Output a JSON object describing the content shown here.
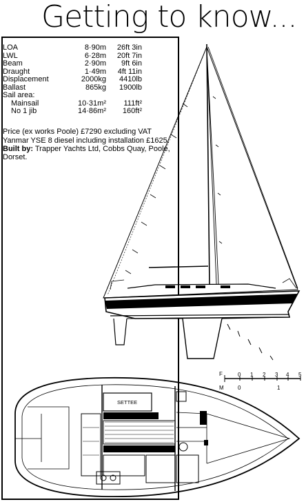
{
  "title": "Getting to know...",
  "specs": [
    {
      "label": "LOA",
      "metric": "8·90m",
      "imperial": "26ft 3in"
    },
    {
      "label": "LWL",
      "metric": "6·28m",
      "imperial": "20ft 7in"
    },
    {
      "label": "Beam",
      "metric": "2·90m",
      "imperial": "9ft 6in"
    },
    {
      "label": "Draught",
      "metric": "1·49m",
      "imperial": "4ft 11in"
    },
    {
      "label": "Displacement",
      "metric": "2000kg",
      "imperial": "4410lb"
    },
    {
      "label": "Ballast",
      "metric": "865kg",
      "imperial": "1900lb"
    }
  ],
  "sail_area_heading": "Sail area:",
  "sail_area": [
    {
      "label": "Mainsail",
      "metric": "10·31m²",
      "imperial": "111ft²"
    },
    {
      "label": "No 1 jib",
      "metric": "14·86m²",
      "imperial": "160ft²"
    }
  ],
  "price_text": "Price (ex works Poole) £7290 excluding VAT",
  "engine_text": "Yanmar YSE 8 diesel including installation £1625.",
  "built_by_label": "Built by:",
  "built_by_text": "Trapper Yachts Ltd, Cobbs Quay, Poole, Dorset.",
  "plan_labels": {
    "settee": "SETTEE"
  },
  "scale": {
    "feet_label": "F",
    "metres_label": "M",
    "feet_ticks": [
      "0",
      "1",
      "2",
      "3",
      "4",
      "5"
    ],
    "metre_ticks": [
      "0",
      "1"
    ]
  }
}
